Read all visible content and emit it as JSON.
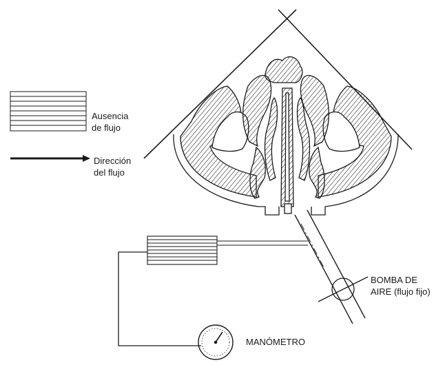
{
  "legend": {
    "no_flow_line1": "Ausencia",
    "no_flow_line2": "de flujo",
    "flow_dir_line1": "Dirección",
    "flow_dir_line2": "del flujo"
  },
  "labels": {
    "pump_line1": "BOMBA DE",
    "pump_line2": "AIRE (flujo fijo)",
    "manometer": "MANÓMETRO"
  },
  "colors": {
    "ink": "#1a1a1a",
    "background": "#ffffff"
  }
}
